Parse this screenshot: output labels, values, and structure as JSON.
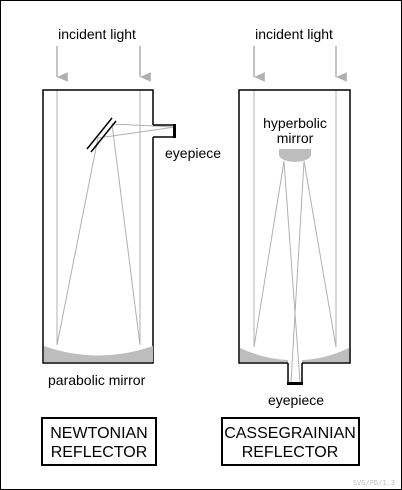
{
  "newtonian": {
    "incident_label": "incident light",
    "eyepiece_label": "eyepiece",
    "mirror_label": "parabolic mirror",
    "title_line1": "NEWTONIAN",
    "title_line2": "REFLECTOR"
  },
  "cassegrain": {
    "incident_label": "incident light",
    "secondary_label_line1": "hyperbolic",
    "secondary_label_line2": "mirror",
    "eyepiece_label": "eyepiece",
    "title_line1": "CASSEGRAINIAN",
    "title_line2": "REFLECTOR"
  },
  "credit": "SVG/PD/1.3",
  "colors": {
    "outline": "#000000",
    "ray": "#b0b0b0",
    "mirror_fill": "#bdbdbd",
    "credit": "#bdbdbd"
  }
}
